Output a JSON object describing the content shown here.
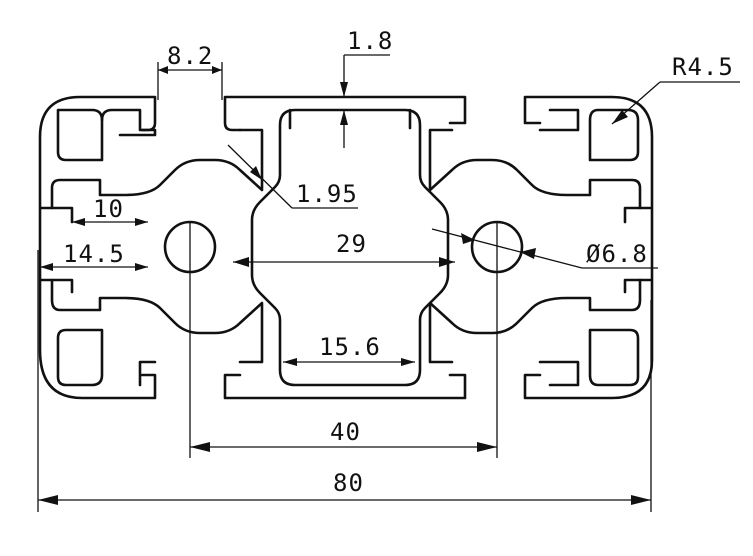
{
  "dimensions": {
    "width_total": "80",
    "center_spacing": "40",
    "slot_opening": "8.2",
    "wall_thickness": "1.8",
    "corner_radius": "R4.5",
    "web_thickness": "1.95",
    "slot_depth": "10",
    "slot_width": "14.5",
    "inner_width": "29",
    "hole_diameter": "Ø6.8",
    "inner_opening": "15.6"
  }
}
